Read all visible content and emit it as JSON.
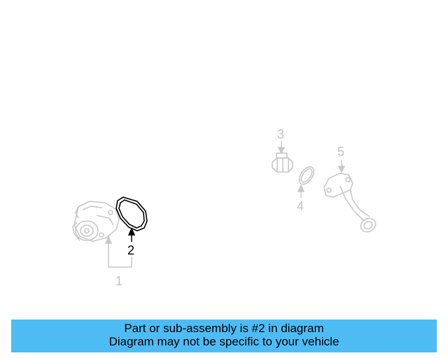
{
  "callouts": [
    {
      "number": "1",
      "highlighted": false
    },
    {
      "number": "2",
      "highlighted": true
    },
    {
      "number": "3",
      "highlighted": false
    },
    {
      "number": "4",
      "highlighted": false
    },
    {
      "number": "5",
      "highlighted": false
    }
  ],
  "banner": {
    "line1": "Part or sub-assembly is #2 in diagram",
    "line2": "Diagram may not be specific to your vehicle",
    "background_color": "#4dbcf5"
  },
  "colors": {
    "faded_part": "#c3c3c3",
    "highlighted_part": "#000000"
  }
}
